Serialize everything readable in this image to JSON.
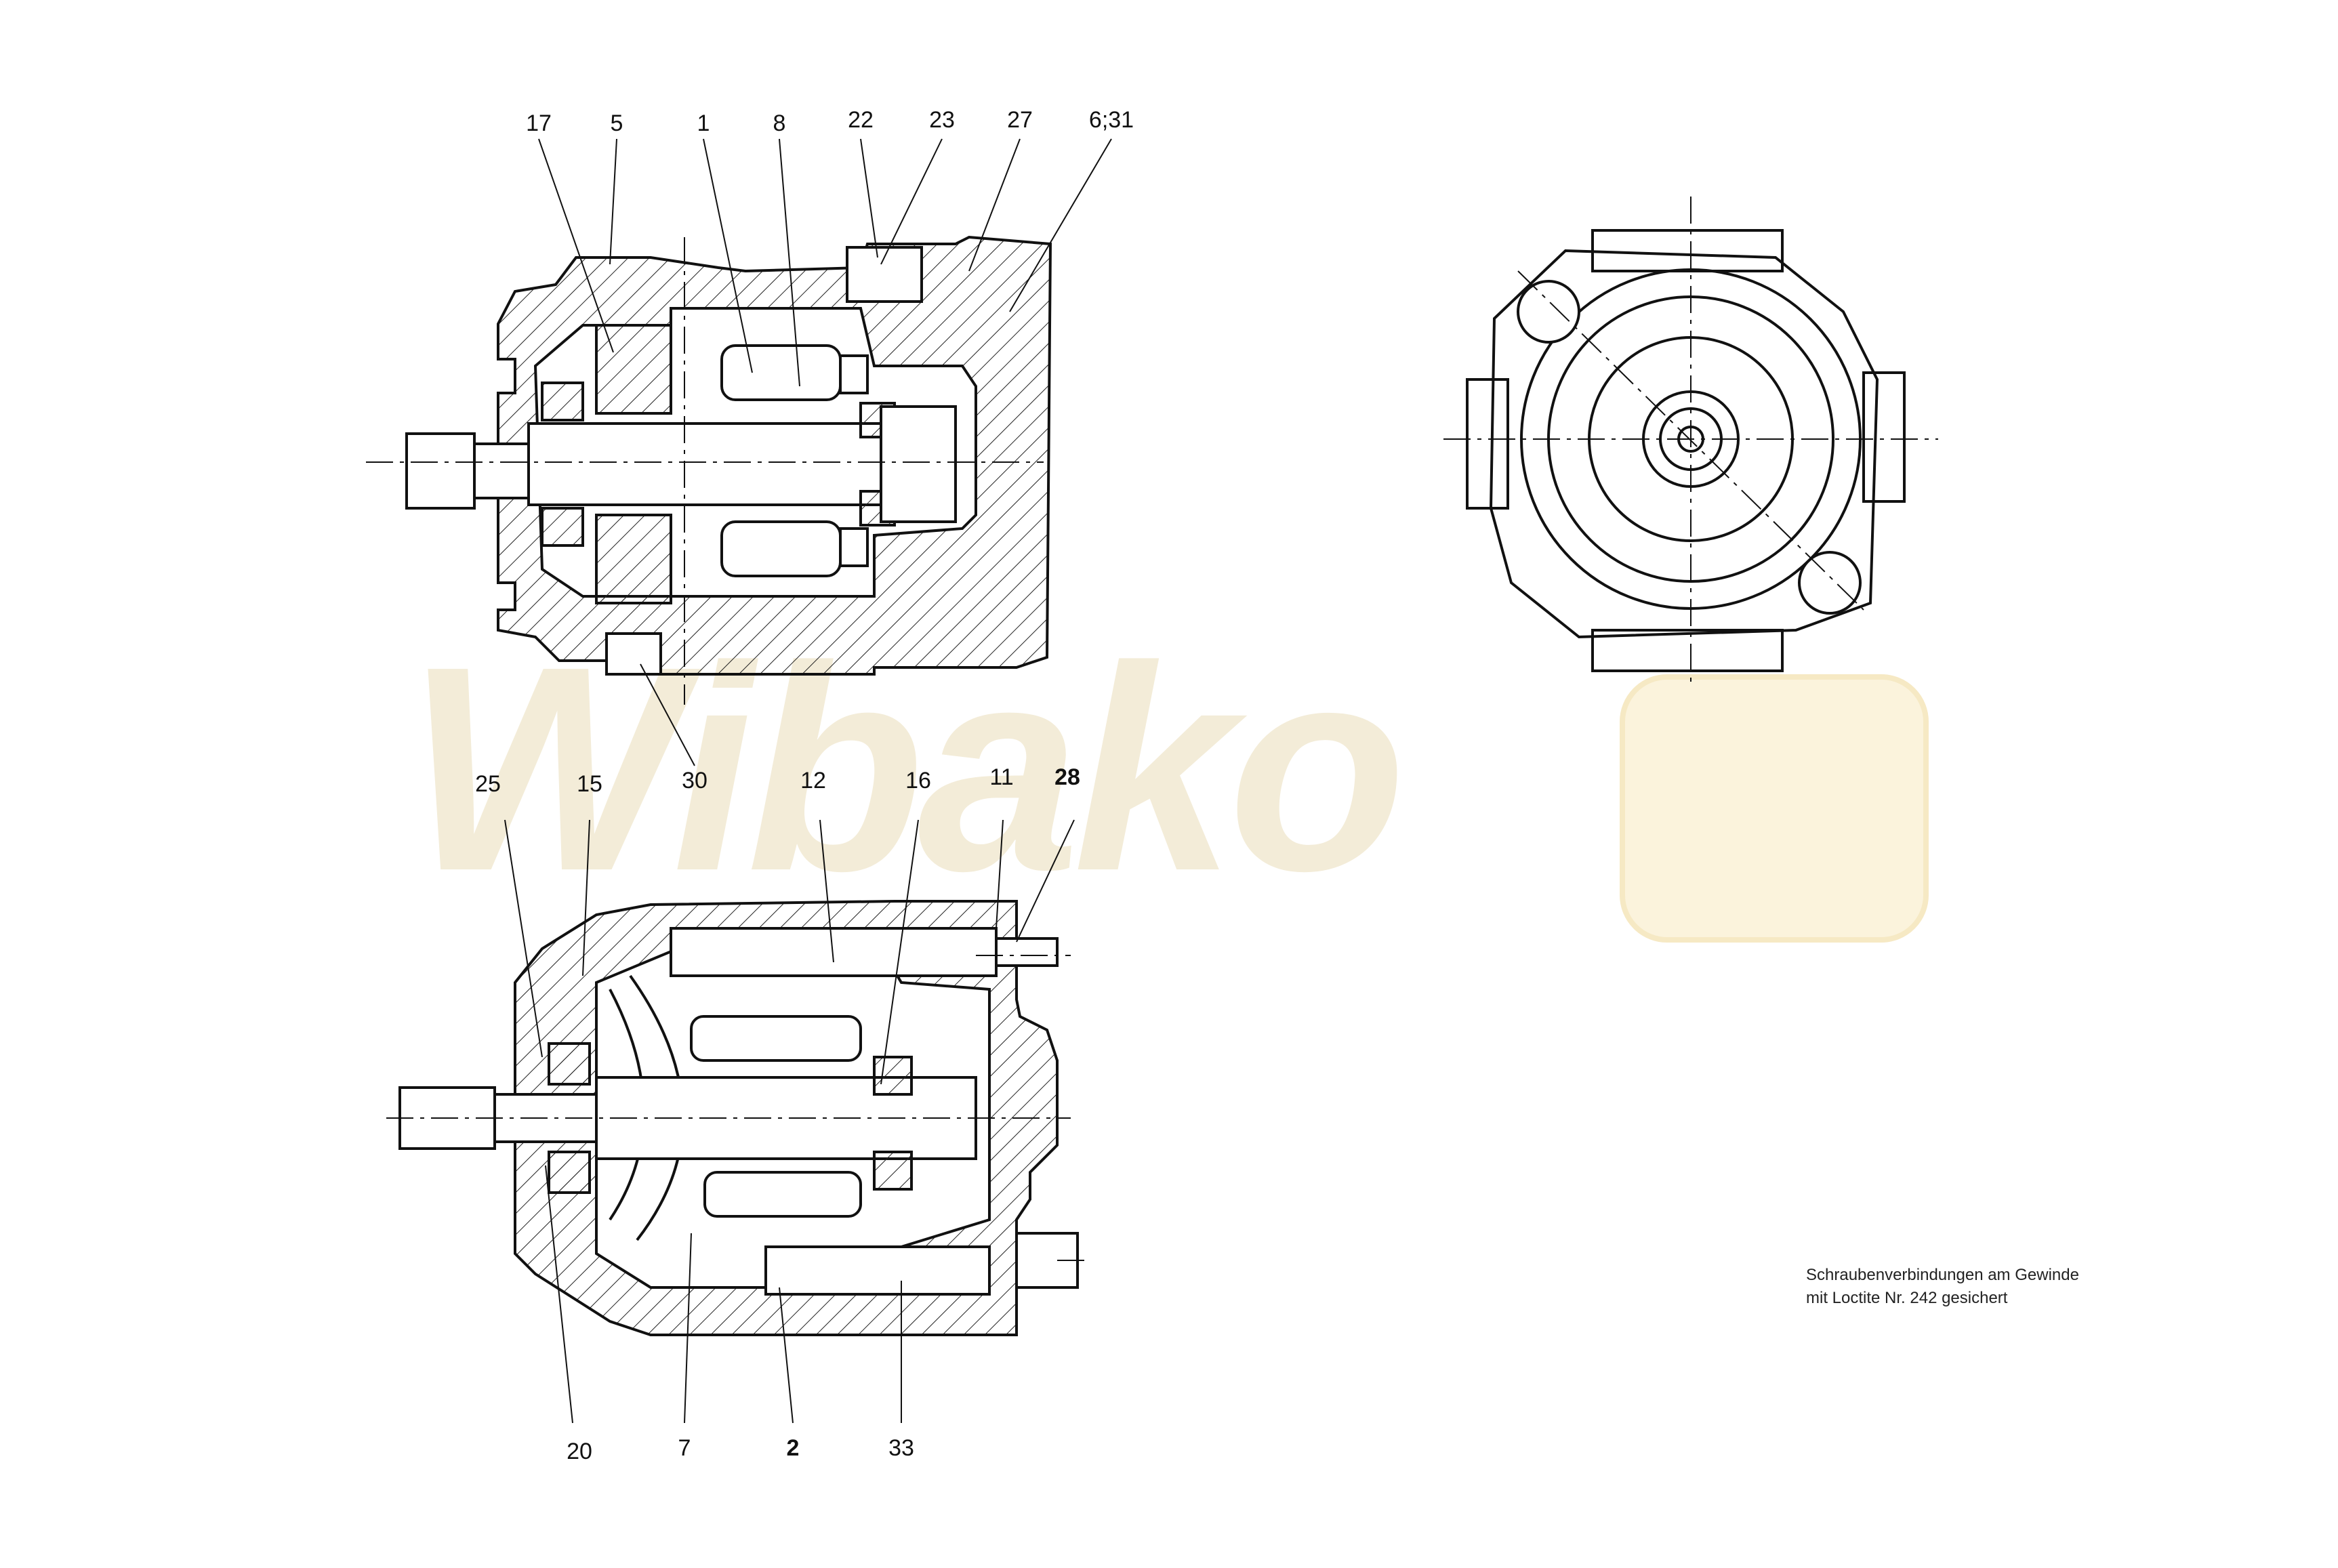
{
  "watermark": {
    "text": "Wibako",
    "color": "#f3ecd8"
  },
  "views": {
    "top_section": {
      "callouts": [
        "17",
        "5",
        "1",
        "8",
        "22",
        "23",
        "27",
        "6;31",
        "30"
      ]
    },
    "bottom_section": {
      "callouts_top": [
        "25",
        "15",
        "12",
        "16",
        "11",
        "28"
      ],
      "callouts_bottom": [
        "20",
        "7",
        "2",
        "33"
      ]
    },
    "end_view": {}
  },
  "note": {
    "line1": "Schraubenverbindungen am Gewinde",
    "line2": "mit Loctite Nr. 242 gesichert"
  }
}
